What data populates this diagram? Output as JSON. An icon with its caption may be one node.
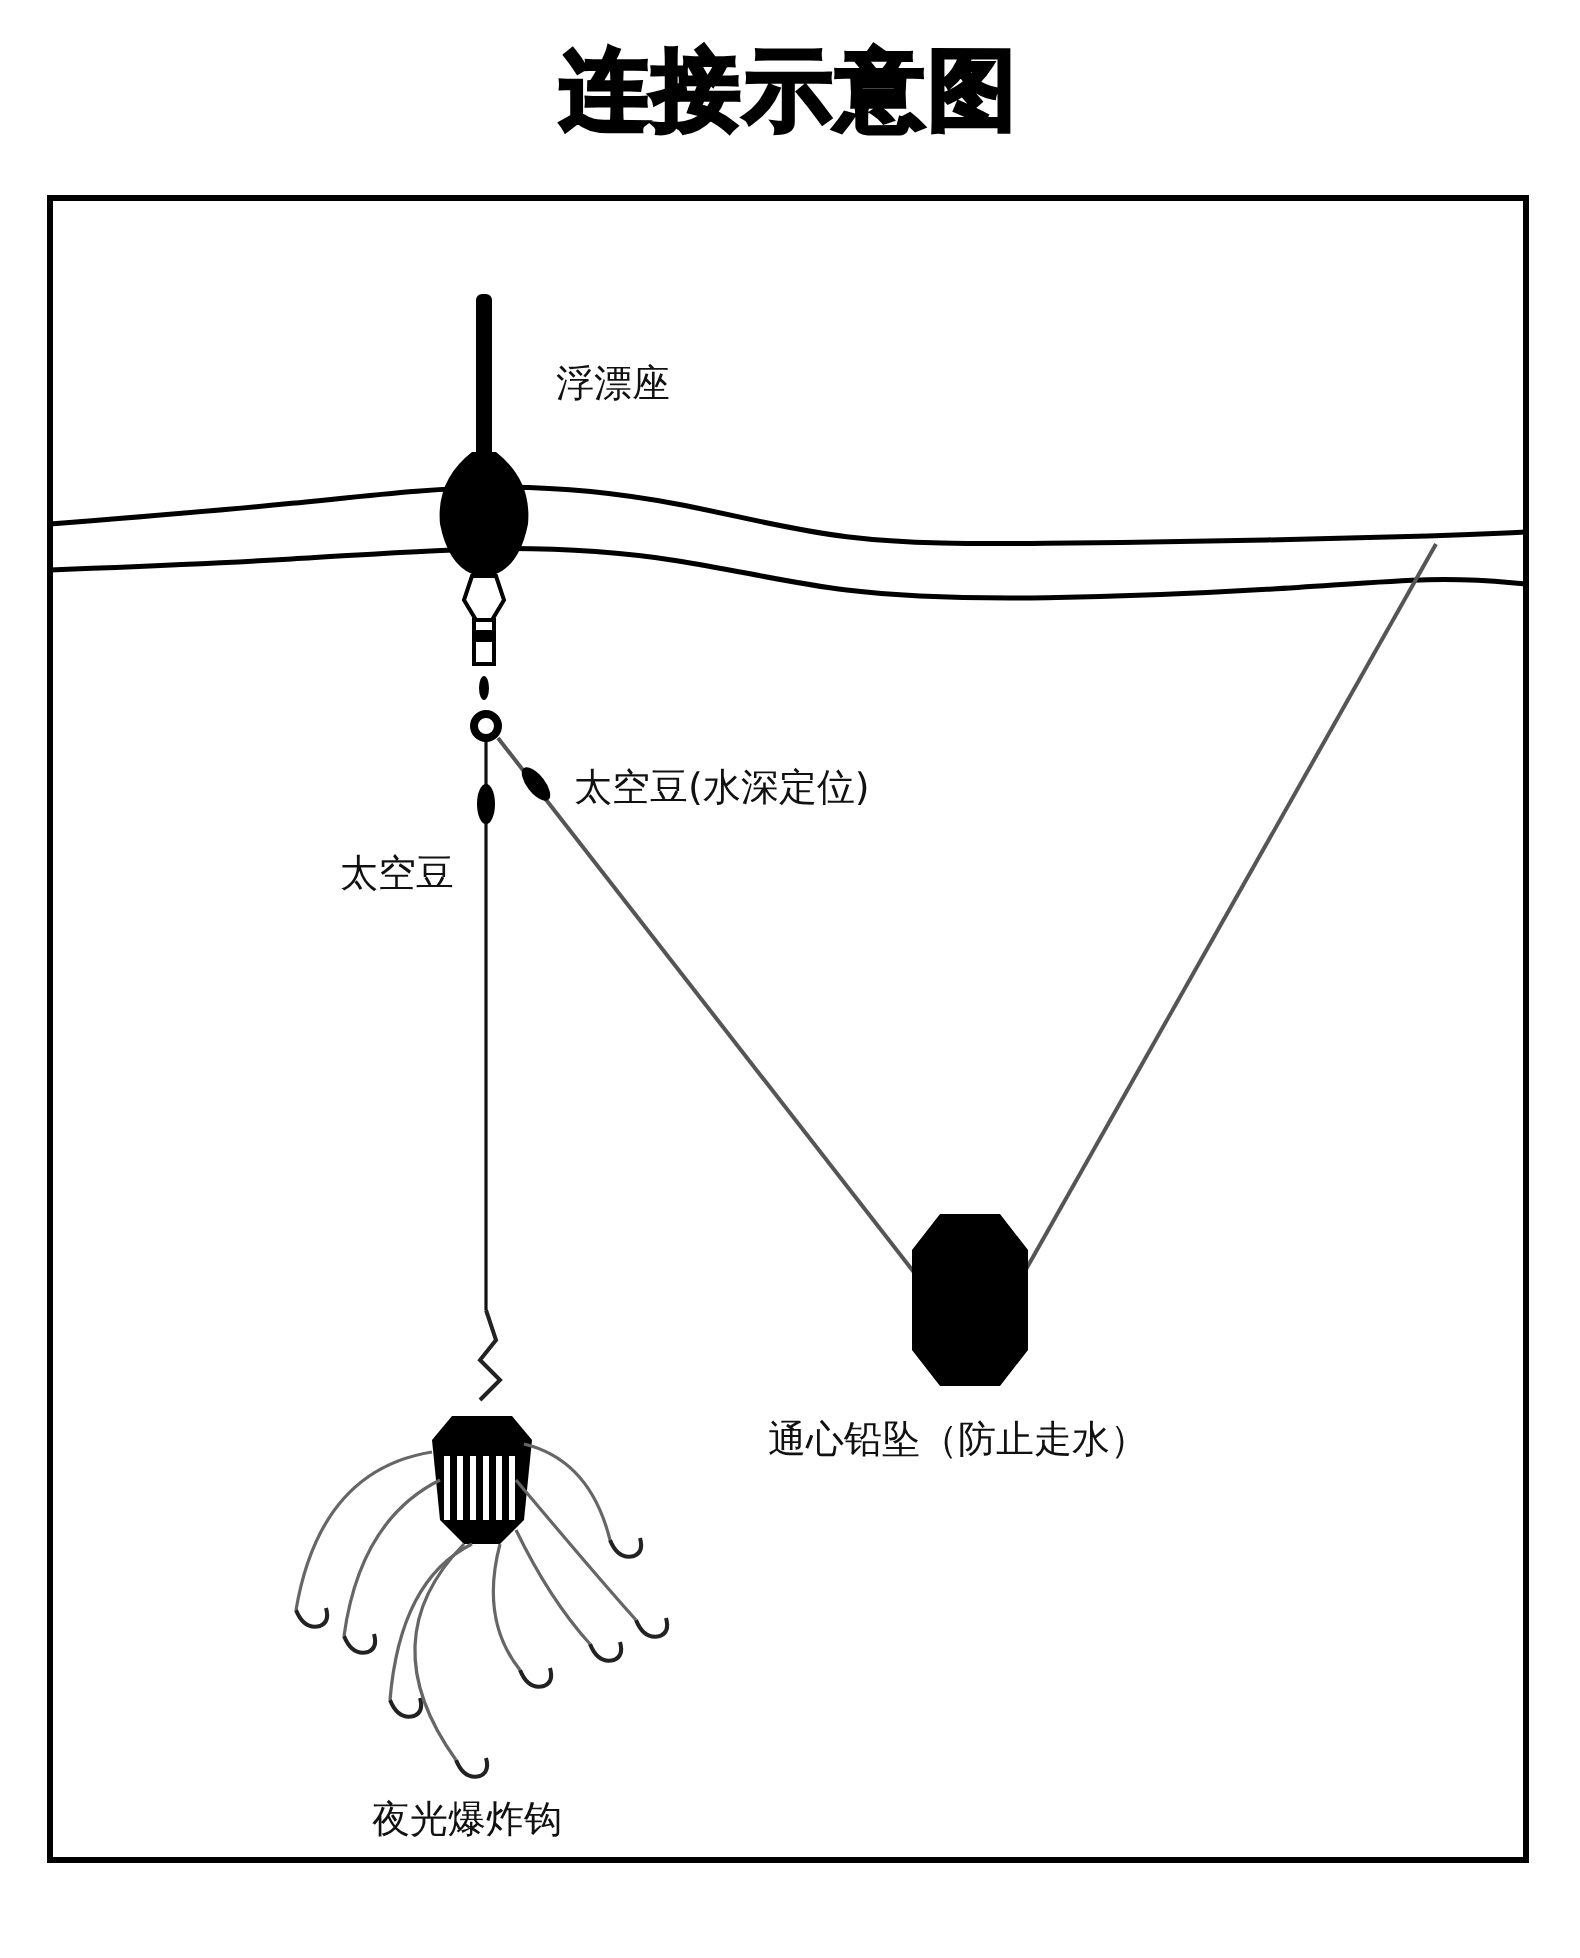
{
  "diagram": {
    "title": "连接示意图",
    "labels": [
      "浮漂座",
      "太空豆(水深定位)",
      "太空豆",
      "通心铅坠（防止走水）",
      "夜光爆炸钩"
    ]
  }
}
